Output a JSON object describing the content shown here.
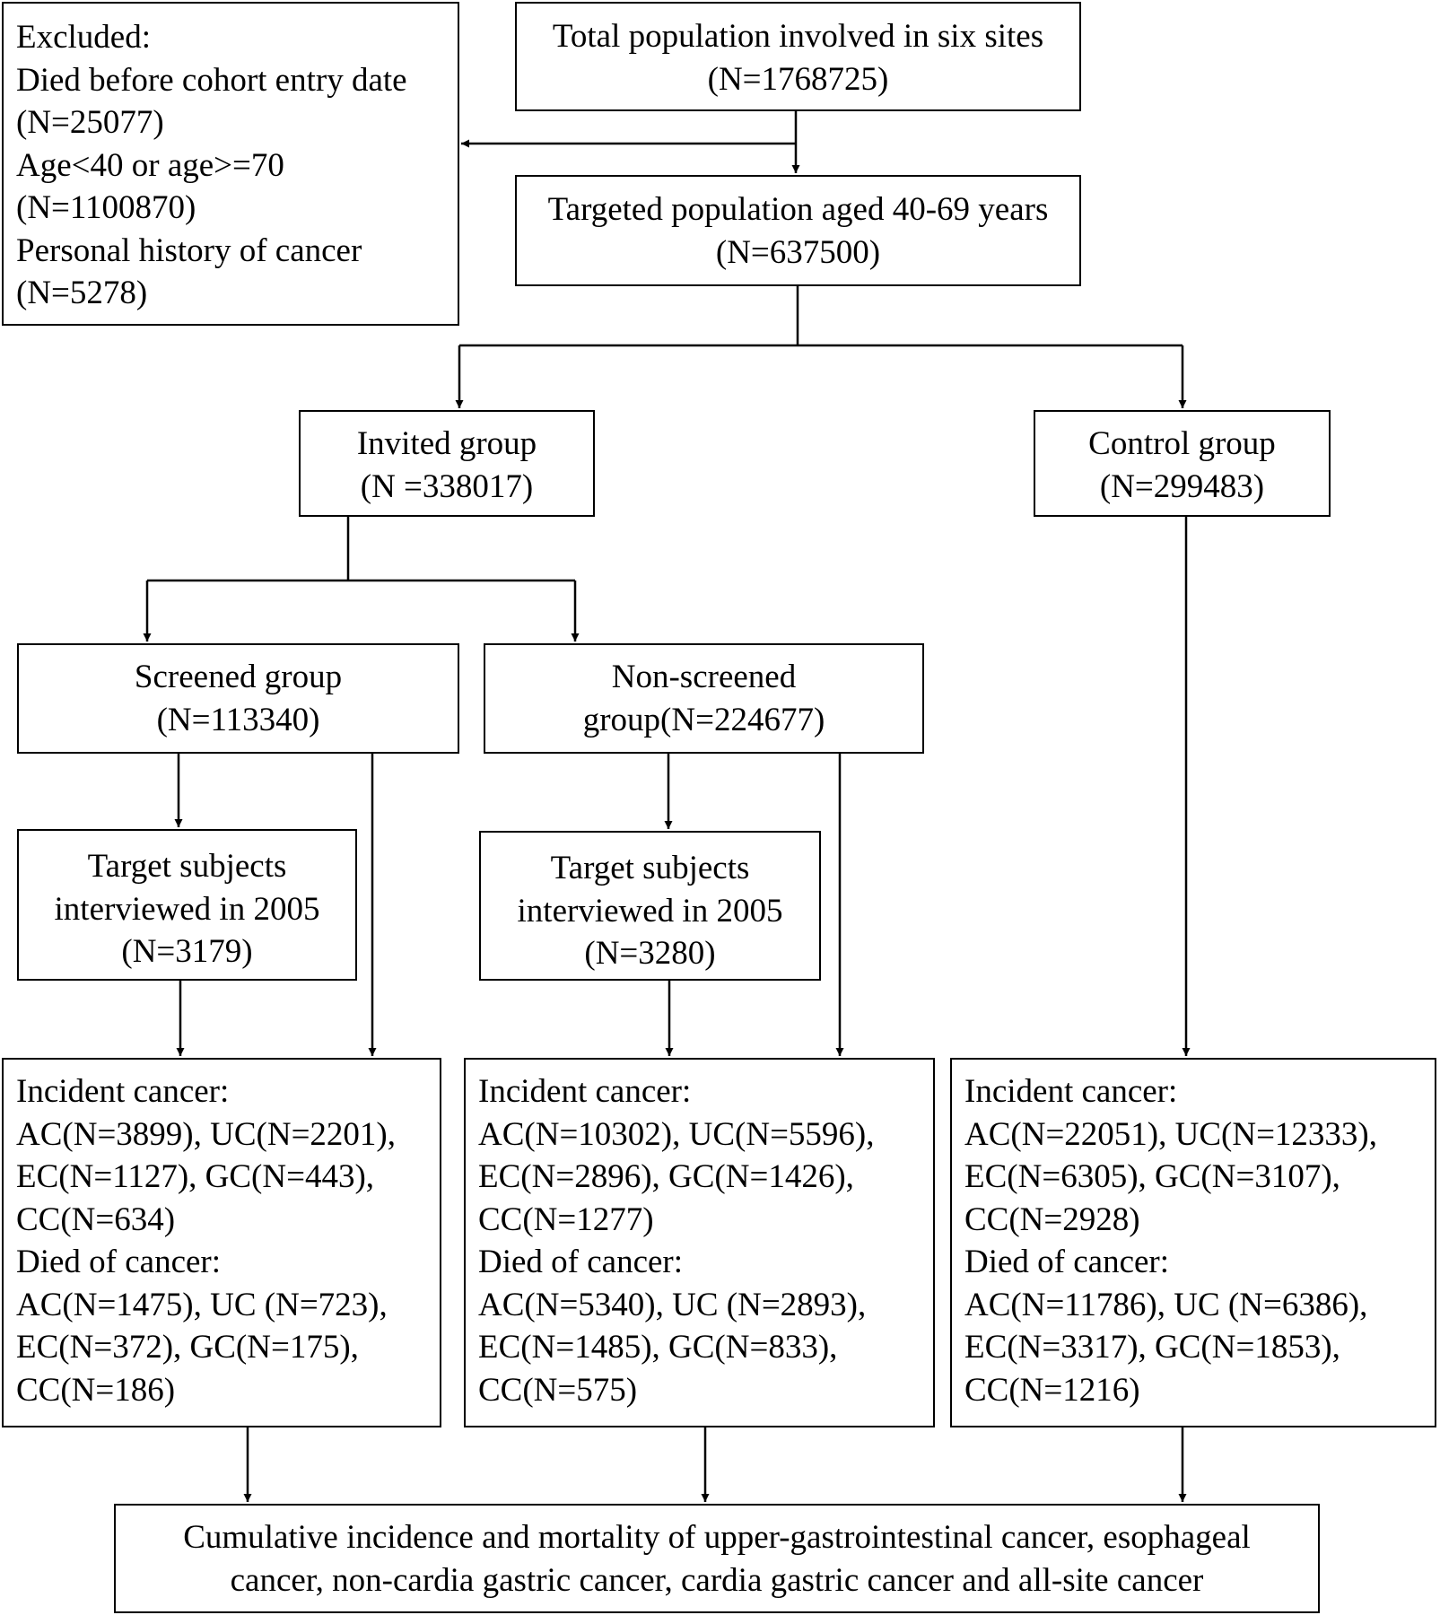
{
  "excluded": {
    "lines": [
      "Excluded:",
      "Died before cohort entry date",
      "(N=25077)",
      "Age<40 or age>=70",
      "(N=1100870)",
      "Personal history of cancer",
      "(N=5278)"
    ]
  },
  "total": {
    "lines": [
      "Total population involved in six sites",
      "(N=1768725)"
    ]
  },
  "targeted": {
    "lines": [
      "Targeted population aged 40-69 years",
      "(N=637500)"
    ]
  },
  "invited": {
    "lines": [
      "Invited group",
      "(N =338017)"
    ]
  },
  "control": {
    "lines": [
      "Control group",
      "(N=299483)"
    ]
  },
  "screened": {
    "lines": [
      "Screened group",
      "(N=113340)"
    ]
  },
  "non_screened": {
    "lines": [
      "Non-screened",
      "group(N=224677)"
    ]
  },
  "target_screened": {
    "lines": [
      "Target subjects",
      "interviewed in 2005",
      "(N=3179)"
    ]
  },
  "target_non_screened": {
    "lines": [
      "Target subjects",
      "interviewed in 2005",
      "(N=3280)"
    ]
  },
  "outcome_screened": {
    "lines": [
      "Incident cancer:",
      "AC(N=3899), UC(N=2201),",
      "EC(N=1127), GC(N=443),",
      "CC(N=634)",
      "Died of cancer:",
      "AC(N=1475), UC (N=723),",
      "EC(N=372), GC(N=175),",
      "CC(N=186)"
    ]
  },
  "outcome_non_screened": {
    "lines": [
      "Incident cancer:",
      "AC(N=10302), UC(N=5596),",
      "EC(N=2896), GC(N=1426),",
      "CC(N=1277)",
      "Died of cancer:",
      "AC(N=5340), UC (N=2893),",
      "EC(N=1485), GC(N=833),",
      "CC(N=575)"
    ]
  },
  "outcome_control": {
    "lines": [
      "Incident cancer:",
      "AC(N=22051), UC(N=12333),",
      "EC(N=6305), GC(N=3107),",
      "CC(N=2928)",
      "Died of cancer:",
      "AC(N=11786), UC (N=6386),",
      "EC(N=3317), GC(N=1853),",
      "CC(N=1216)"
    ]
  },
  "final": {
    "lines": [
      "Cumulative incidence and mortality of upper-gastrointestinal cancer, esophageal",
      "cancer, non-cardia gastric cancer, cardia gastric cancer and all-site cancer"
    ]
  }
}
